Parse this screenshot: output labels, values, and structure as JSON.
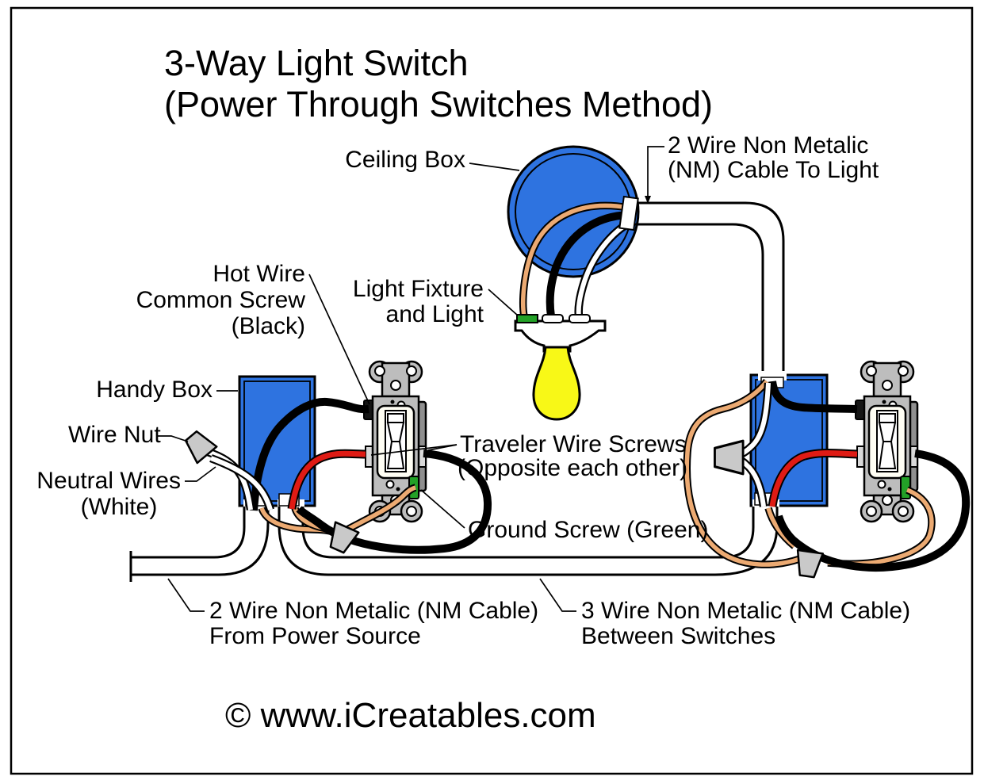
{
  "title": {
    "line1": "3-Way Light Switch",
    "line2": "(Power Through Switches Method)"
  },
  "labels": {
    "ceiling_box": "Ceiling Box",
    "cable_to_light_1": "2 Wire Non Metalic",
    "cable_to_light_2": "(NM) Cable To Light",
    "hot_wire_1": "Hot Wire",
    "hot_wire_2": "Common Screw",
    "hot_wire_3": "(Black)",
    "light_fixture_1": "Light Fixture",
    "light_fixture_2": "and Light",
    "handy_box": "Handy Box",
    "wire_nut": "Wire Nut",
    "neutral_wires_1": "Neutral Wires",
    "neutral_wires_2": "(White)",
    "traveler_1": "Traveler Wire Screws",
    "traveler_2": "(Opposite each other)",
    "ground_screw": "Ground Screw (Green)",
    "power_cable_1": "2 Wire Non Metalic (NM Cable)",
    "power_cable_2": "From Power Source",
    "switch_cable_1": "3 Wire Non Metalic (NM Cable)",
    "switch_cable_2": "Between Switches"
  },
  "footer": {
    "copyright": "© www.iCreatables.com"
  },
  "colors": {
    "box_blue": "#2e73e0",
    "wire_copper": "#ecaa72",
    "wire_red": "#df1b14",
    "wire_white": "#ffffff",
    "wire_black": "#000000",
    "ground_green": "#23a127",
    "bulb_yellow": "#f8f817",
    "switch_gray": "#bdbdbd",
    "switch_side_gray": "#8f8f8f",
    "nut_gray": "#c9c9c9",
    "outline": "#000000"
  }
}
